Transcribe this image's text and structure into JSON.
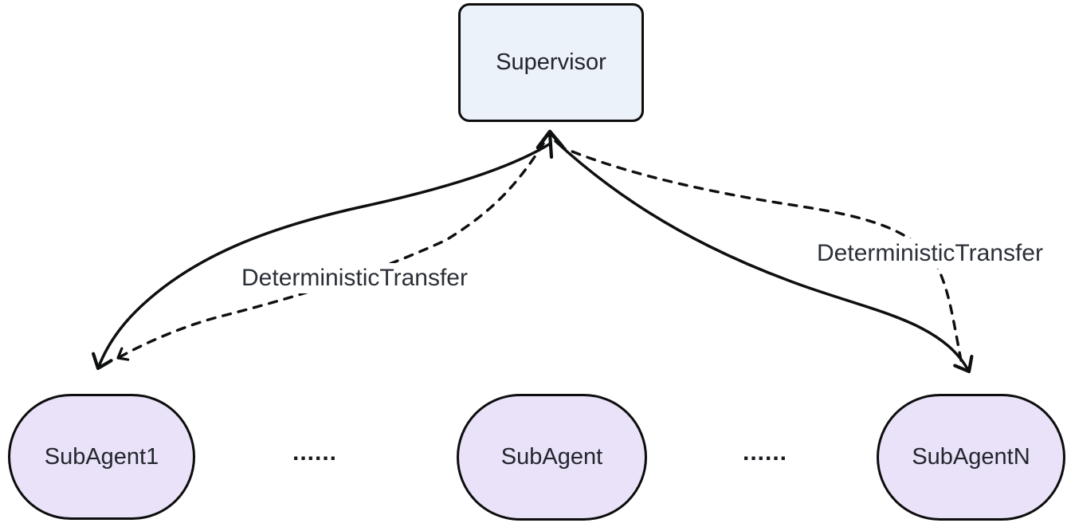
{
  "diagram": {
    "type": "flowchart",
    "nodes": {
      "supervisor": {
        "label": "Supervisor",
        "shape": "rounded-rect",
        "fill": "#ecf2fa"
      },
      "subagent1": {
        "label": "SubAgent1",
        "shape": "stadium",
        "fill": "#e9e2f8"
      },
      "subagent": {
        "label": "SubAgent",
        "shape": "stadium",
        "fill": "#e9e2f8"
      },
      "subagentn": {
        "label": "SubAgentN",
        "shape": "stadium",
        "fill": "#e9e2f8"
      }
    },
    "edges": [
      {
        "from": "Supervisor",
        "to": "SubAgent1",
        "style": "solid",
        "label": ""
      },
      {
        "from": "Supervisor",
        "to": "SubAgent1",
        "style": "dashed",
        "label": "DeterministicTransfer"
      },
      {
        "from": "Supervisor",
        "to": "SubAgentN",
        "style": "solid",
        "label": ""
      },
      {
        "from": "SubAgentN",
        "to": "Supervisor",
        "style": "dashed",
        "label": "DeterministicTransfer"
      }
    ],
    "separators": {
      "left": "......",
      "right": "......"
    },
    "colors": {
      "background": "#ffffff",
      "supervisor_fill": "#ecf2fa",
      "subagent_fill": "#e9e2f8",
      "node_border": "#0d0d0d",
      "edge_stroke": "#0e0f10",
      "text": "#23262e"
    }
  }
}
